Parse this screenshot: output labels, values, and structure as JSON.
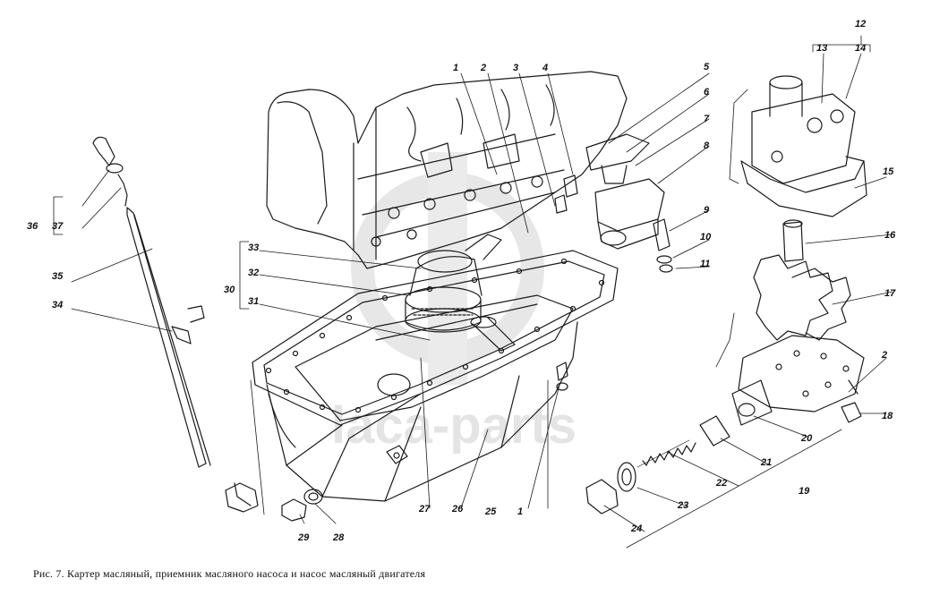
{
  "caption": "Рис. 7. Картер масляный, приемник масляного насоса и насос масляный двигателя",
  "watermark": "laca-parts",
  "callouts": [
    "1",
    "2",
    "3",
    "4",
    "5",
    "6",
    "7",
    "8",
    "9",
    "10",
    "11",
    "12",
    "13",
    "14",
    "15",
    "16",
    "17",
    "18",
    "19",
    "20",
    "21",
    "22",
    "23",
    "24",
    "25",
    "26",
    "27",
    "28",
    "29",
    "30",
    "31",
    "32",
    "33",
    "34",
    "35",
    "36",
    "37"
  ]
}
